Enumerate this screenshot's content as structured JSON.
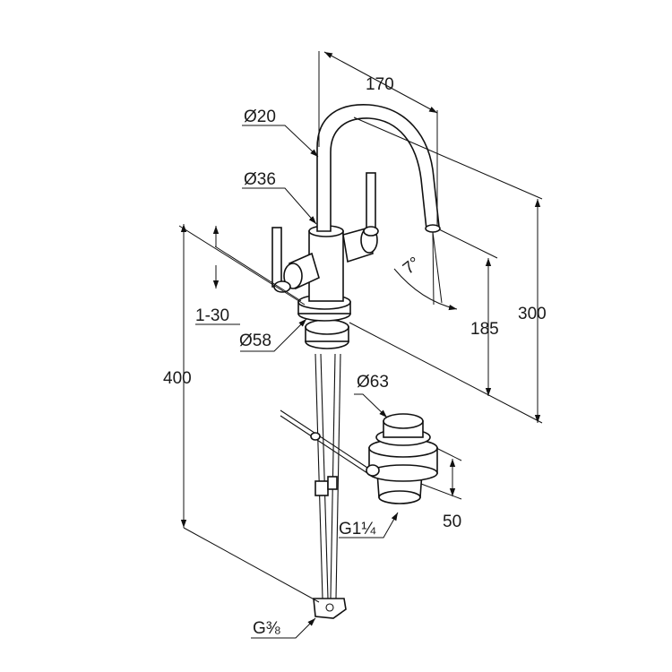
{
  "colors": {
    "line": "#111111",
    "text": "#1a1a1a",
    "background": "#ffffff"
  },
  "labels": {
    "spout_reach": "170",
    "spout_diameter": "Ø20",
    "body_diameter": "Ø36",
    "spout_angle": "7°",
    "thickness_range": "1-30",
    "spout_height": "185",
    "total_height_above": "300",
    "base_diameter": "Ø58",
    "total_length": "400",
    "waste_diameter": "Ø63",
    "waste_height": "50",
    "waste_thread": "G1¼",
    "hose_thread": "G⅜"
  }
}
